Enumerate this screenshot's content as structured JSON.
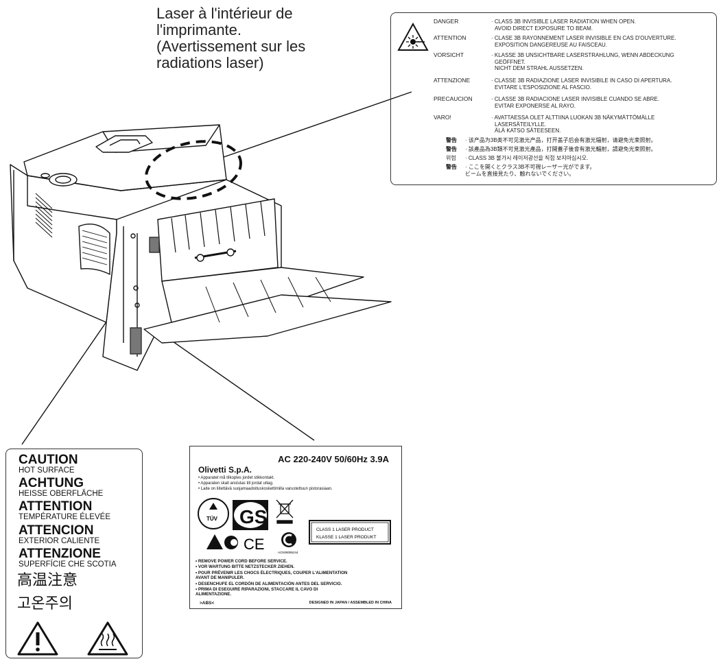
{
  "caption": {
    "lines": [
      "Laser à l'intérieur de",
      "l'imprimante.",
      "(Avertissement sur les",
      "radiations laser)"
    ]
  },
  "laser_label": {
    "rows": [
      {
        "key": "DANGER",
        "lines": [
          "· CLASS 3B INVISIBLE LASER RADIATION WHEN OPEN.",
          "AVOID DIRECT EXPOSURE TO BEAM."
        ]
      },
      {
        "key": "ATTENTION",
        "lines": [
          "· CLASE 3B RAYONNEMENT LASER INVISIBLE EN CAS D'OUVERTURE.",
          "EXPOSITION DANGEREUSE AU FAISCEAU."
        ]
      },
      {
        "key": "VORSICHT",
        "lines": [
          "· KLASSE 3B UNSICHTBARE LASERSTRAHLUNG, WENN ABDECKUNG",
          "GEÖFFNET.",
          "NICHT DEM STRAHL AUSSETZEN."
        ]
      },
      {
        "key": "ATTENZIONE",
        "lines": [
          "· CLASSE 3B RADIAZIONE LASER INVISIBILE IN CASO DI APERTURA.",
          "EVITARE L'ESPOSIZIONE AL FASCIO."
        ]
      },
      {
        "key": "PRECAUCION",
        "lines": [
          "· CLASSE 3B RADIACIONE LASER INVISIBLE CUANDO SE ABRE.",
          "EVITAR EXPONERSE AL RAYO."
        ]
      },
      {
        "key": "VARO!",
        "lines": [
          "· AVATTAESSA OLET ALTTIINA LUOKAN 3B NÄKYMÄTTÖMÄLLE",
          "LASERSÄTEILYLLE.",
          "ÄLÄ KATSO SÄTEESEEN."
        ]
      }
    ],
    "cjk_rows": [
      {
        "key": "警告",
        "text": "· 该产品为3B类不可见激光产品，打开盖子后会有激光辐射，请避免光束照射。"
      },
      {
        "key": "警告",
        "text": "· 該產品為3B類不可見激光產品，打開蓋子後會有激光輻射，請避免光束照射。"
      },
      {
        "key": "위험",
        "text": "· CLASS 3B 불가시 레이저광선을 직접 보지마십시오."
      },
      {
        "key": "警告",
        "text": "· ここを開くとクラス3B不可視レーザー光がでます。"
      },
      {
        "key": "",
        "text": "ビームを直接見たり、触れないでください。"
      }
    ]
  },
  "caution_label": {
    "items": [
      {
        "heading": "CAUTION",
        "sub": "HOT SURFACE"
      },
      {
        "heading": "ACHTUNG",
        "sub": "HEISSE OBERFLÄCHE"
      },
      {
        "heading": "ATTENTION",
        "sub": "TEMPÉRATURE ÉLEVÉE"
      },
      {
        "heading": "ATTENCION",
        "sub": "EXTERIOR CALIENTE"
      },
      {
        "heading": "ATTENZIONE",
        "sub": "SUPERFÍCIE CHE SCOTIA"
      }
    ],
    "cjk": [
      "高温注意",
      "고온주의"
    ]
  },
  "rating_label": {
    "rating": "AC 220-240V  50/60Hz  3.9A",
    "company": "Olivetti S.p.A.",
    "notes": [
      "• Apparatet må tilkoples jordet stikkontakt.",
      "• Apparaten skall anslutas till jordat uttag.",
      "• Laite on liitettävä suojamaadoituskoskettimilla varustettuun pistorasiaan."
    ],
    "tuv": "TÜV",
    "gs": "GS",
    "class1": [
      "CLASS 1 LASER PRODUCT",
      "KLASSE 1 LASER PRODUKT"
    ],
    "ce": "CE",
    "code": "ACN08085244",
    "warnings": [
      "• REMOVE POWER CORD BEFORE SERVICE.",
      "• VOR WARTUNG BITTE NETZSTECKER ZIEHEN.",
      "• POUR PRÉVENIR LES CHOCS ÉLECTRIQUES, COUPER L'ALIMENTATION",
      "  AVANT DE MANIPULER.",
      "• DESENCHUFE EL CORDÓN DE ALIMENTACIÓN ANTES DEL SERVICIO.",
      "• PRIMA DI ESEGUIRE RIPARAZIONI, STACCARE IL CAVO DI",
      "  ALIMENTAZIONE."
    ],
    "abs": ">ABS<",
    "origin": "DESIGNED IN JAPAN / ASSEMBLED IN CHINA"
  }
}
